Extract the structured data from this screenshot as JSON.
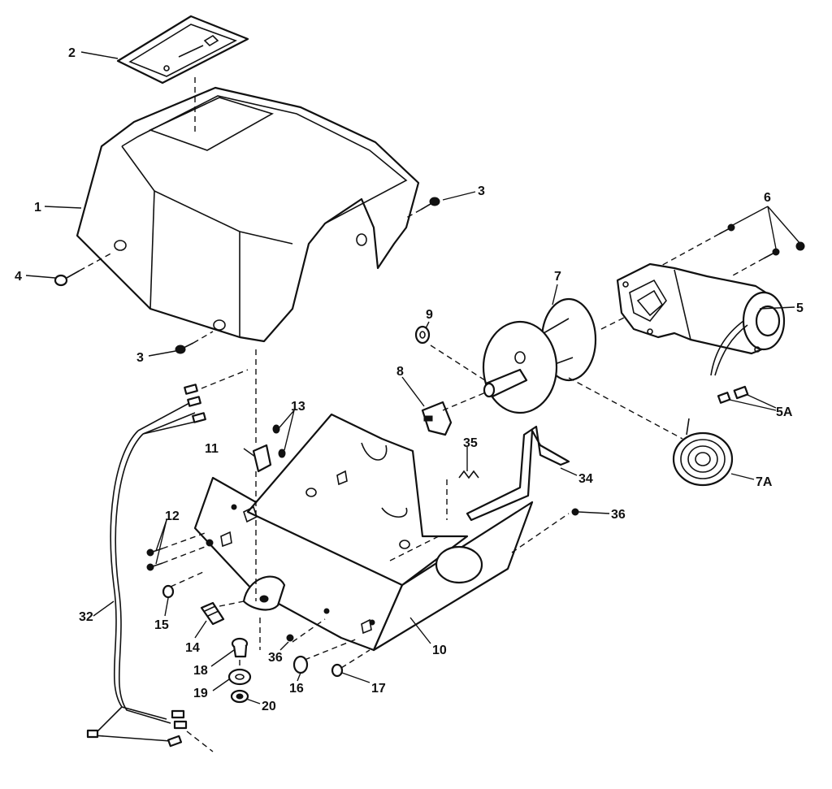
{
  "callouts": {
    "c1": "1",
    "c2": "2",
    "c3a": "3",
    "c3b": "3",
    "c4": "4",
    "c5": "5",
    "c5a": "5A",
    "c6": "6",
    "c7": "7",
    "c7a": "7A",
    "c8": "8",
    "c9": "9",
    "c10": "10",
    "c11": "11",
    "c12": "12",
    "c13": "13",
    "c14": "14",
    "c15": "15",
    "c16": "16",
    "c17": "17",
    "c18": "18",
    "c19": "19",
    "c20": "20",
    "c32": "32",
    "c34": "34",
    "c35": "35",
    "c36a": "36",
    "c36b": "36"
  }
}
